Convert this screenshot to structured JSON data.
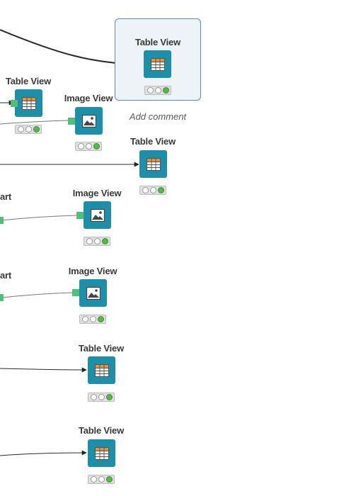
{
  "workflow": {
    "nodes": [
      {
        "id": "n1",
        "title": "Table View",
        "type": "table",
        "selected": true,
        "status": [
          "idle",
          "idle",
          "executed"
        ],
        "comment": "Add comment"
      },
      {
        "id": "n2",
        "title": "Table View",
        "type": "table",
        "status": [
          "idle",
          "idle",
          "executed"
        ]
      },
      {
        "id": "n3",
        "title": "Image View",
        "type": "image",
        "status": [
          "idle",
          "idle",
          "executed"
        ]
      },
      {
        "id": "n4",
        "title": "Table View",
        "type": "table",
        "status": [
          "idle",
          "idle",
          "executed"
        ]
      },
      {
        "id": "n5",
        "title": "Image View",
        "type": "image",
        "status": [
          "idle",
          "idle",
          "executed"
        ]
      },
      {
        "id": "n6",
        "title": "Image View",
        "type": "image",
        "status": [
          "idle",
          "idle",
          "executed"
        ]
      },
      {
        "id": "n7",
        "title": "Table View",
        "type": "table",
        "status": [
          "idle",
          "idle",
          "executed"
        ]
      },
      {
        "id": "n8",
        "title": "Table View",
        "type": "table",
        "status": [
          "idle",
          "idle",
          "executed"
        ]
      },
      {
        "id": "p1",
        "title": "art",
        "type": "partial"
      },
      {
        "id": "p2",
        "title": "art",
        "type": "partial"
      }
    ],
    "colors": {
      "node_bg": "#1e8fa8",
      "selection": "#4f8fb6",
      "status_ok": "#57b848",
      "image_port": "#4ec07a"
    }
  }
}
